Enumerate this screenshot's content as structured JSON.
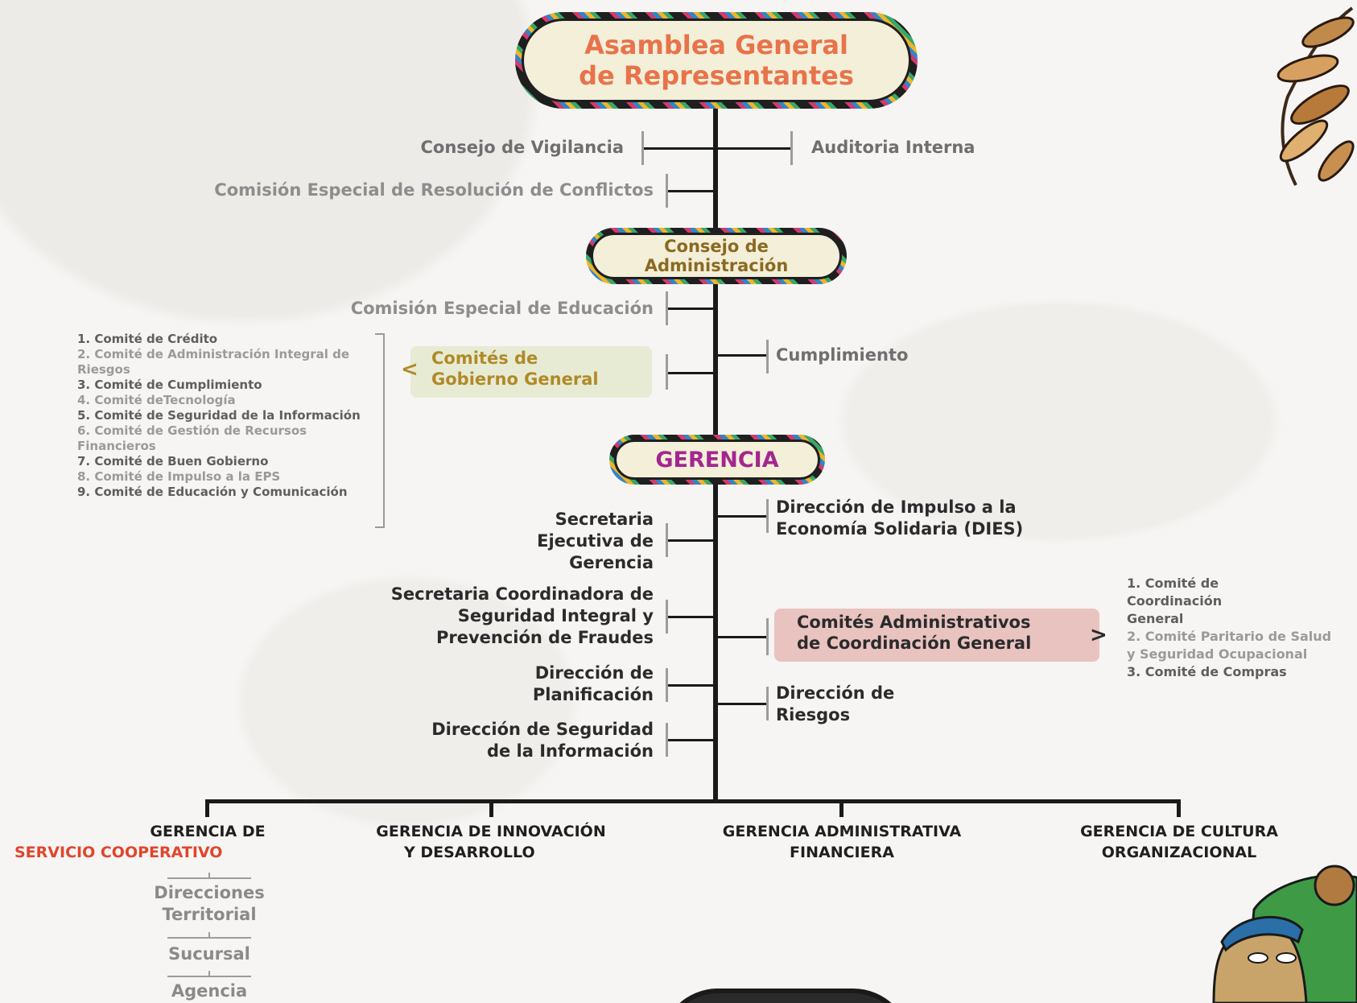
{
  "top": {
    "line1": "Asamblea General",
    "line2": "de Representantes"
  },
  "upper_left": [
    {
      "name": "consejo-vigilancia",
      "label": "Consejo de Vigilancia"
    },
    {
      "name": "comision-conflictos",
      "label": "Comisión Especial de Resolución de Conflictos"
    }
  ],
  "upper_right": [
    {
      "name": "auditoria-interna",
      "label": "Auditoria Interna"
    }
  ],
  "consejo": {
    "line1": "Consejo de",
    "line2": "Administración"
  },
  "comision_educacion": "Comisión Especial de Educación",
  "comites_gobierno": {
    "line1": "Comités de",
    "line2": "Gobierno General",
    "chevron": "<"
  },
  "cumplimiento": "Cumplimiento",
  "gobierno_list": [
    "1. Comité de Crédito",
    "2. Comité de Administración Integral de Riesgos",
    "3. Comité de Cumplimiento",
    "4. Comité deTecnología",
    "5. Comité de Seguridad de la Información",
    "6. Comité de Gestión de Recursos Financieros",
    "7. Comité de Buen Gobierno",
    "8. Comité de Impulso a la EPS",
    "9. Comité de Educación y Comunicación"
  ],
  "gerencia": "GERENCIA",
  "lower_left": [
    {
      "name": "secretaria-ejecutiva",
      "lines": [
        "Secretaria",
        "Ejecutiva de",
        "Gerencia"
      ]
    },
    {
      "name": "secretaria-coordinadora",
      "lines": [
        "Secretaria Coordinadora de",
        "Seguridad Integral y",
        "Prevención de Fraudes"
      ]
    },
    {
      "name": "direccion-planificacion",
      "lines": [
        "Dirección de",
        "Planificación"
      ]
    },
    {
      "name": "direccion-seguridad-info",
      "lines": [
        "Dirección de Seguridad",
        "de la Información"
      ]
    }
  ],
  "lower_right": [
    {
      "name": "direccion-dies",
      "lines": [
        "Dirección de Impulso a la",
        "Economía Solidaria (DIES)"
      ]
    },
    {
      "name": "direccion-riesgos",
      "lines": [
        "Dirección de",
        "Riesgos"
      ]
    }
  ],
  "comites_admin": {
    "line1": "Comités Administrativos",
    "line2": "de Coordinación General",
    "chevron": ">"
  },
  "admin_list": [
    "1. Comité de Coordinación General",
    "2. Comité Paritario de Salud y Seguridad Ocupacional",
    "3. Comité de Compras"
  ],
  "gerencias": [
    {
      "name": "gerencia-servicio-cooperativo",
      "line1": "GERENCIA DE",
      "line2": "SERVICIO COOPERATIVO"
    },
    {
      "name": "gerencia-innovacion",
      "line1": "GERENCIA DE INNOVACIÓN",
      "line2": "Y DESARROLLO"
    },
    {
      "name": "gerencia-administrativa",
      "line1": "GERENCIA ADMINISTRATIVA",
      "line2": "FINANCIERA"
    },
    {
      "name": "gerencia-cultura",
      "line1": "GERENCIA DE CULTURA",
      "line2": "ORGANIZACIONAL"
    }
  ],
  "sub_units": [
    "Direcciones",
    "Territorial",
    "Sucursal",
    "Agencia"
  ],
  "colors": {
    "top_title": "#e8734a",
    "gerencia": "#a3268f",
    "consejo": "#8a6a20",
    "gobierno_box": "#e7ebd4",
    "gobierno_text": "#b08a28",
    "admin_box": "#e9c3c0",
    "highlight": "#e0452c"
  }
}
